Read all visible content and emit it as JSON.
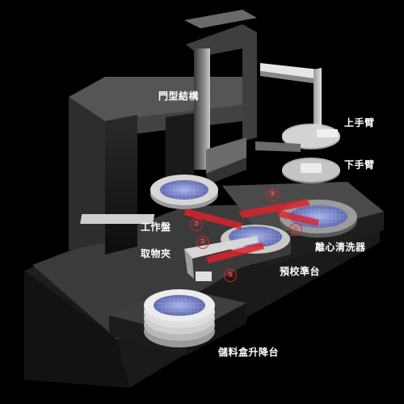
{
  "labels": {
    "gantry": "門型結構",
    "upper_arm": "上手臂",
    "lower_arm": "下手臂",
    "worktable": "工作盤",
    "gripper": "取物夾",
    "spin_cleaner": "離心清洗器",
    "prealign": "預校準台",
    "cassette_lift": "儲料盒升降台"
  },
  "steps": [
    "①",
    "②",
    "③",
    "④",
    "⑤"
  ],
  "colors": {
    "background": "#000000",
    "arrow": "#d9232d",
    "wafer": "#7a86c8",
    "label": "#ffffff"
  }
}
